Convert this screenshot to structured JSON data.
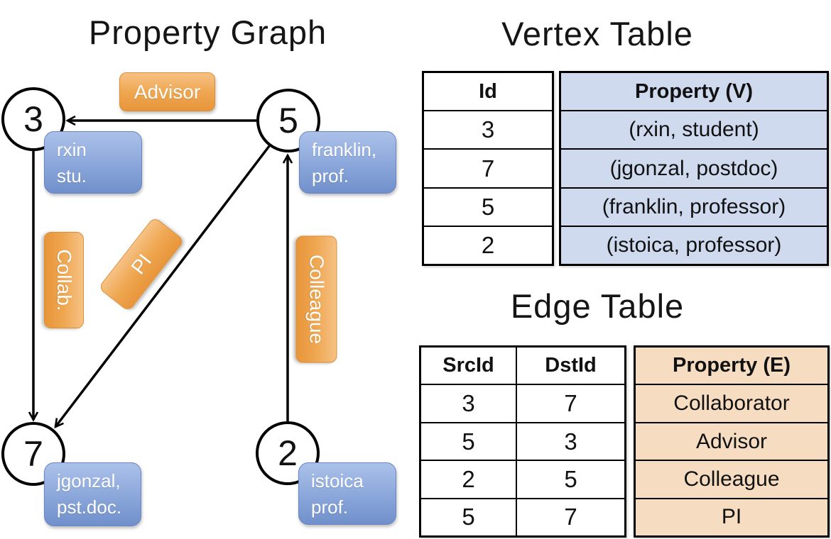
{
  "graph": {
    "title": "Property Graph",
    "nodes": [
      {
        "id": "3",
        "line1": "rxin",
        "line2": "stu."
      },
      {
        "id": "5",
        "line1": "franklin,",
        "line2": "prof."
      },
      {
        "id": "7",
        "line1": "jgonzal,",
        "line2": "pst.doc."
      },
      {
        "id": "2",
        "line1": "istoica",
        "line2": "prof."
      }
    ],
    "edge_labels": {
      "advisor": "Advisor",
      "collab": "Collab.",
      "pi": "PI",
      "colleague": "Colleague"
    },
    "edges": [
      {
        "from": "5",
        "to": "3",
        "label": "Advisor"
      },
      {
        "from": "3",
        "to": "7",
        "label": "Collab."
      },
      {
        "from": "5",
        "to": "7",
        "label": "PI"
      },
      {
        "from": "2",
        "to": "5",
        "label": "Colleague"
      }
    ]
  },
  "vertex_table": {
    "title": "Vertex Table",
    "columns": {
      "id": "Id",
      "property": "Property (V)"
    },
    "rows": [
      {
        "id": "3",
        "property": "(rxin, student)"
      },
      {
        "id": "7",
        "property": "(jgonzal, postdoc)"
      },
      {
        "id": "5",
        "property": "(franklin, professor)"
      },
      {
        "id": "2",
        "property": "(istoica, professor)"
      }
    ]
  },
  "edge_table": {
    "title": "Edge Table",
    "columns": {
      "src": "SrcId",
      "dst": "DstId",
      "property": "Property (E)"
    },
    "rows": [
      {
        "src": "3",
        "dst": "7",
        "property": "Collaborator"
      },
      {
        "src": "5",
        "dst": "3",
        "property": "Advisor"
      },
      {
        "src": "2",
        "dst": "5",
        "property": "Colleague"
      },
      {
        "src": "5",
        "dst": "7",
        "property": "PI"
      }
    ]
  },
  "colors": {
    "orange_top": "#f6c286",
    "orange_bot": "#e8953a",
    "blue_top": "#abc1e9",
    "blue_bot": "#7090cb",
    "cell_blue": "#cfdaef",
    "cell_orange": "#f6ddc1"
  }
}
